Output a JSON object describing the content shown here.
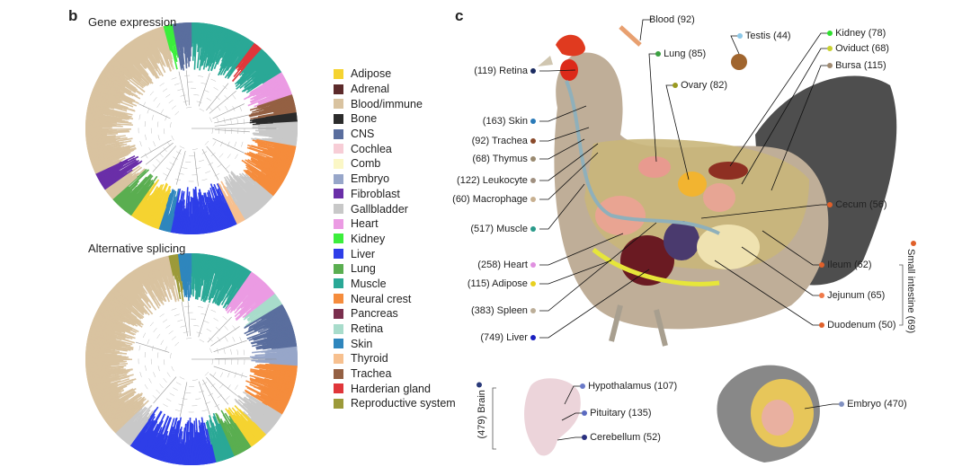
{
  "panel_b": {
    "letter": "b",
    "gene_expression_title": "Gene expression",
    "alt_splicing_title": "Alternative splicing"
  },
  "panel_c": {
    "letter": "c"
  },
  "legend": [
    {
      "label": "Adipose",
      "color": "#f5d330"
    },
    {
      "label": "Adrenal",
      "color": "#5c2a2a"
    },
    {
      "label": "Blood/immune",
      "color": "#d9c3a0"
    },
    {
      "label": "Bone",
      "color": "#2b2b2b"
    },
    {
      "label": "CNS",
      "color": "#5a6e9e"
    },
    {
      "label": "Cochlea",
      "color": "#f7cdd6"
    },
    {
      "label": "Comb",
      "color": "#fbf7c6"
    },
    {
      "label": "Embryo",
      "color": "#97a6c9"
    },
    {
      "label": "Fibroblast",
      "color": "#6a2fa8"
    },
    {
      "label": "Gallbladder",
      "color": "#c8c8c8"
    },
    {
      "label": "Heart",
      "color": "#eb9be3"
    },
    {
      "label": "Kidney",
      "color": "#3cee3c"
    },
    {
      "label": "Liver",
      "color": "#2e3ee8"
    },
    {
      "label": "Lung",
      "color": "#5aae50"
    },
    {
      "label": "Muscle",
      "color": "#2aa896"
    },
    {
      "label": "Neural crest",
      "color": "#f58c3c"
    },
    {
      "label": "Pancreas",
      "color": "#7a2f4e"
    },
    {
      "label": "Retina",
      "color": "#a8dccb"
    },
    {
      "label": "Skin",
      "color": "#2f86bd"
    },
    {
      "label": "Thyroid",
      "color": "#f7c08f"
    },
    {
      "label": "Trachea",
      "color": "#946043"
    },
    {
      "label": "Harderian gland",
      "color": "#e0363a"
    },
    {
      "label": "Reproductive system",
      "color": "#9c9a3a"
    }
  ],
  "chicken_labels": {
    "blood": "Blood (92)",
    "testis": "Testis (44)",
    "kidney": "Kidney (78)",
    "oviduct": "Oviduct (68)",
    "bursa": "Bursa (115)",
    "lung": "Lung (85)",
    "ovary": "Ovary (82)",
    "retina": "(119) Retina",
    "skin": "(163) Skin",
    "trachea": "(92) Trachea",
    "thymus": "(68) Thymus",
    "leukocyte": "(122) Leukocyte",
    "macrophage": "(60) Macrophage",
    "muscle": "(517) Muscle",
    "cecum": "Cecum (56)",
    "ileum": "Ileum (62)",
    "jejunum": "Jejunum (65)",
    "duodenum": "Duodenum (50)",
    "small_intestine": "Small intestine (69)",
    "heart": "(258) Heart",
    "adipose": "(115) Adipose",
    "spleen": "(383) Spleen",
    "liver": "(749) Liver"
  },
  "brain_labels": {
    "brain": "(479) Brain",
    "hypothalamus": "Hypothalamus (107)",
    "pituitary": "Pituitary (135)",
    "cerebellum": "Cerebellum (52)"
  },
  "embryo_label": "Embryo (470)"
}
